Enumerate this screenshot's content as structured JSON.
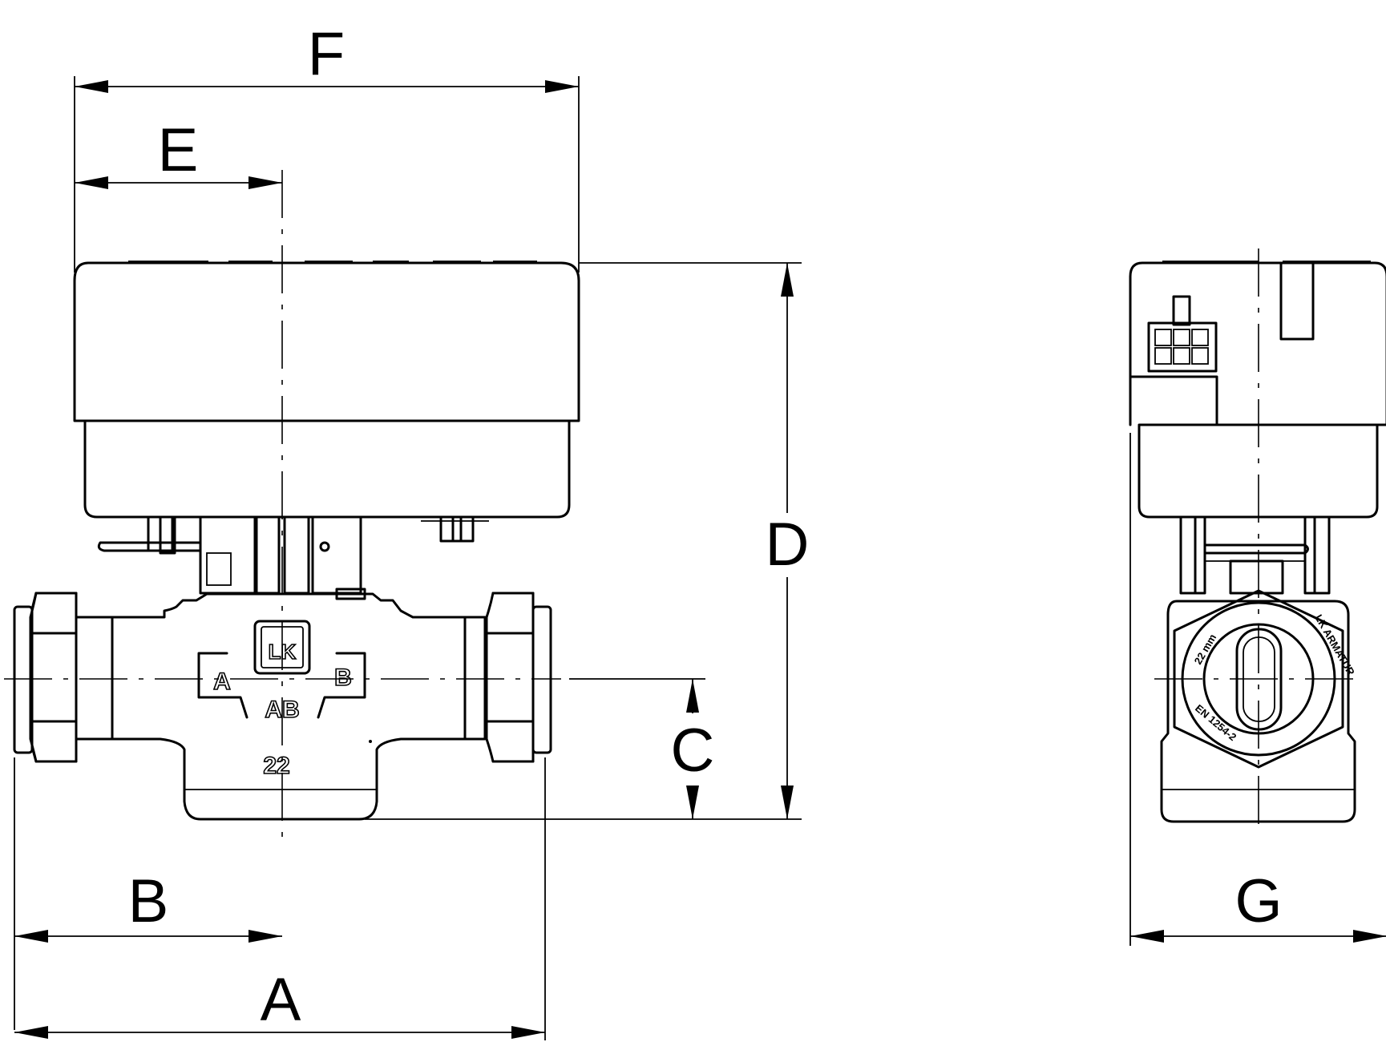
{
  "dimension_labels": {
    "a": "A",
    "b": "B",
    "c": "C",
    "d": "D",
    "e": "E",
    "f": "F",
    "g": "G"
  },
  "valve_markings": {
    "logo": "LK",
    "port_a": "A",
    "port_b": "B",
    "port_ab": "AB",
    "size": "22"
  },
  "side_view_markings": {
    "ring_top": "LK ARMATUR",
    "ring_bottom": "EN 1254-2",
    "ring_left": "22 mm"
  }
}
